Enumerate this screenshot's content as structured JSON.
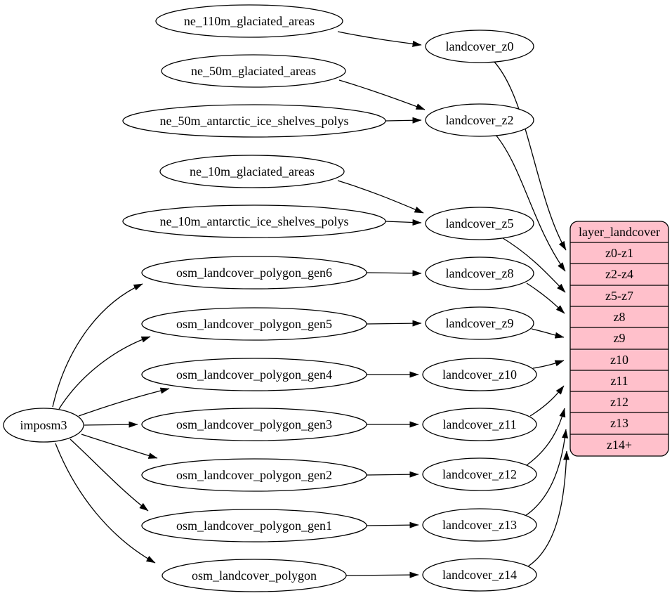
{
  "colors": {
    "background": "#ffffff",
    "node_fill": "#ffffff",
    "node_stroke": "#000000",
    "edge": "#000000",
    "table_fill": "#ffc0cb",
    "text": "#000000"
  },
  "importer": {
    "label": "imposm3"
  },
  "sources": [
    {
      "label": "ne_110m_glaciated_areas"
    },
    {
      "label": "ne_50m_glaciated_areas"
    },
    {
      "label": "ne_50m_antarctic_ice_shelves_polys"
    },
    {
      "label": "ne_10m_glaciated_areas"
    },
    {
      "label": "ne_10m_antarctic_ice_shelves_polys"
    },
    {
      "label": "osm_landcover_polygon_gen6"
    },
    {
      "label": "osm_landcover_polygon_gen5"
    },
    {
      "label": "osm_landcover_polygon_gen4"
    },
    {
      "label": "osm_landcover_polygon_gen3"
    },
    {
      "label": "osm_landcover_polygon_gen2"
    },
    {
      "label": "osm_landcover_polygon_gen1"
    },
    {
      "label": "osm_landcover_polygon"
    }
  ],
  "intermediates": [
    {
      "label": "landcover_z0"
    },
    {
      "label": "landcover_z2"
    },
    {
      "label": "landcover_z5"
    },
    {
      "label": "landcover_z8"
    },
    {
      "label": "landcover_z9"
    },
    {
      "label": "landcover_z10"
    },
    {
      "label": "landcover_z11"
    },
    {
      "label": "landcover_z12"
    },
    {
      "label": "landcover_z13"
    },
    {
      "label": "landcover_z14"
    }
  ],
  "table": {
    "header": "layer_landcover",
    "rows": [
      {
        "label": "z0-z1"
      },
      {
        "label": "z2-z4"
      },
      {
        "label": "z5-z7"
      },
      {
        "label": "z8"
      },
      {
        "label": "z9"
      },
      {
        "label": "z10"
      },
      {
        "label": "z11"
      },
      {
        "label": "z12"
      },
      {
        "label": "z13"
      },
      {
        "label": "z14+"
      }
    ]
  },
  "edges": [
    {
      "from": "imposm3",
      "to": "osm_landcover_polygon_gen6"
    },
    {
      "from": "imposm3",
      "to": "osm_landcover_polygon_gen5"
    },
    {
      "from": "imposm3",
      "to": "osm_landcover_polygon_gen4"
    },
    {
      "from": "imposm3",
      "to": "osm_landcover_polygon_gen3"
    },
    {
      "from": "imposm3",
      "to": "osm_landcover_polygon_gen2"
    },
    {
      "from": "imposm3",
      "to": "osm_landcover_polygon_gen1"
    },
    {
      "from": "imposm3",
      "to": "osm_landcover_polygon"
    },
    {
      "from": "ne_110m_glaciated_areas",
      "to": "landcover_z0"
    },
    {
      "from": "ne_50m_glaciated_areas",
      "to": "landcover_z2"
    },
    {
      "from": "ne_50m_antarctic_ice_shelves_polys",
      "to": "landcover_z2"
    },
    {
      "from": "ne_10m_glaciated_areas",
      "to": "landcover_z5"
    },
    {
      "from": "ne_10m_antarctic_ice_shelves_polys",
      "to": "landcover_z5"
    },
    {
      "from": "osm_landcover_polygon_gen6",
      "to": "landcover_z8"
    },
    {
      "from": "osm_landcover_polygon_gen5",
      "to": "landcover_z9"
    },
    {
      "from": "osm_landcover_polygon_gen4",
      "to": "landcover_z10"
    },
    {
      "from": "osm_landcover_polygon_gen3",
      "to": "landcover_z11"
    },
    {
      "from": "osm_landcover_polygon_gen2",
      "to": "landcover_z12"
    },
    {
      "from": "osm_landcover_polygon_gen1",
      "to": "landcover_z13"
    },
    {
      "from": "osm_landcover_polygon",
      "to": "landcover_z14"
    },
    {
      "from": "landcover_z0",
      "to": "layer_landcover.z0-z1"
    },
    {
      "from": "landcover_z2",
      "to": "layer_landcover.z2-z4"
    },
    {
      "from": "landcover_z5",
      "to": "layer_landcover.z5-z7"
    },
    {
      "from": "landcover_z8",
      "to": "layer_landcover.z8"
    },
    {
      "from": "landcover_z9",
      "to": "layer_landcover.z9"
    },
    {
      "from": "landcover_z10",
      "to": "layer_landcover.z10"
    },
    {
      "from": "landcover_z11",
      "to": "layer_landcover.z11"
    },
    {
      "from": "landcover_z12",
      "to": "layer_landcover.z12"
    },
    {
      "from": "landcover_z13",
      "to": "layer_landcover.z13"
    },
    {
      "from": "landcover_z14",
      "to": "layer_landcover.z14+"
    }
  ]
}
